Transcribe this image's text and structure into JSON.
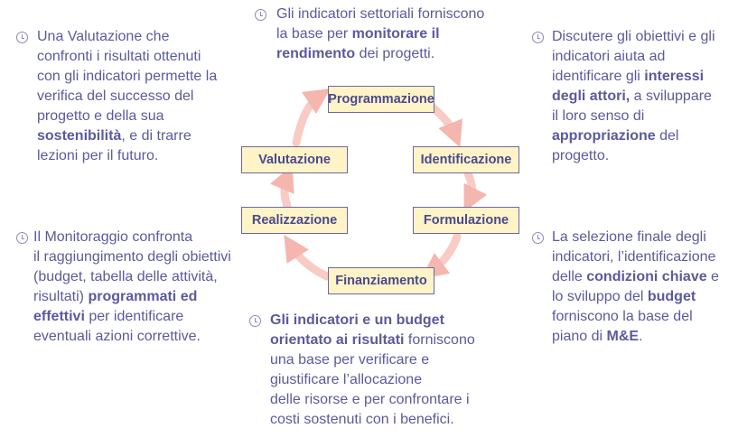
{
  "diagram": {
    "stages": {
      "programmazione": "Programmazione",
      "identificazione": "Identificazione",
      "formulazione": "Formulazione",
      "finanziamento": "Finanziamento",
      "realizzazione": "Realizzazione",
      "valutazione": "Valutazione"
    },
    "arrow_color": "#f4b6ae"
  },
  "notes": {
    "top": {
      "l1": "Gli indicatori settoriali forniscono",
      "l2a": "la base per ",
      "l2b": "monitorare il",
      "l3a": "rendimento",
      "l3b": " dei progetti."
    },
    "left_top": {
      "l1": "Una Valutazione che",
      "l2": "confronti i risultati ottenuti",
      "l3": "con gli indicatori permette la",
      "l4": "verifica del successo del",
      "l5": "progetto e della sua",
      "l6a": "sostenibilità",
      "l6b": ", e di trarre",
      "l7": "lezioni per il futuro."
    },
    "left_bottom": {
      "l1": "Il Monitoraggio confronta",
      "l2": "il raggiungimento degli obiettivi",
      "l3": "(budget, tabella delle attività,",
      "l4a": "risultati) ",
      "l4b": "programmati ed",
      "l5a": "effettivi",
      "l5b": " per identificare",
      "l6": "eventuali azioni correttive."
    },
    "right_top": {
      "l1": "Discutere gli obiettivi e gli",
      "l2": "indicatori aiuta ad",
      "l3a": "identificare gli ",
      "l3b": "interessi",
      "l4a": "degli attori,",
      "l4b": " a sviluppare",
      "l5": "il loro senso di",
      "l6a": "appropriazione",
      "l6b": " del",
      "l7": "progetto."
    },
    "right_bottom": {
      "l1": "La selezione finale degli",
      "l2": "indicatori, l’identificazione",
      "l3a": "delle ",
      "l3b": "condizioni chiave",
      "l3c": " e",
      "l4a": "lo sviluppo del ",
      "l4b": "budget",
      "l5": "forniscono la base del",
      "l6a": "piano di ",
      "l6b": "M&E",
      "l6c": "."
    },
    "bottom": {
      "l1": "Gli indicatori e un budget",
      "l2a": "orientato ai risultati",
      "l2b": " forniscono",
      "l3": "una base per verificare e",
      "l4": "giustificare l’allocazione",
      "l5": "delle risorse e per confrontare i",
      "l6": "costi sostenuti con i benefici."
    }
  }
}
